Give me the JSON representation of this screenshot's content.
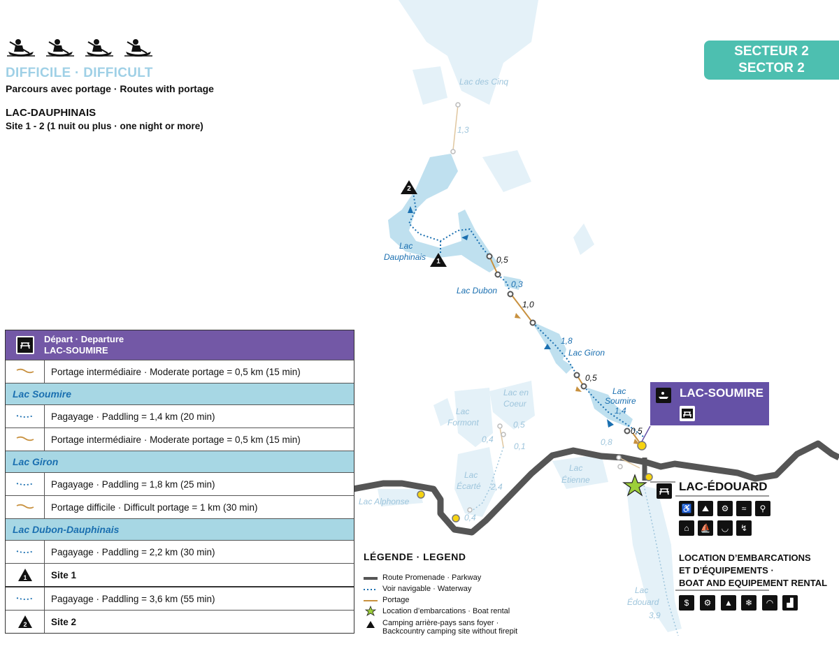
{
  "header": {
    "difficulty": "DIFFICILE · DIFFICULT",
    "subtitle": "Parcours avec portage · Routes with portage",
    "route_name": "LAC-DAUPHINAIS",
    "route_site": "Site 1 - 2 (1 nuit ou plus · one night or more)",
    "kayak_count": 4
  },
  "sector": {
    "line1": "SECTEUR 2",
    "line2": "SECTOR 2"
  },
  "map_labels": {
    "lac_des_cinq": "Lac des Cinq",
    "lac_dauphinais_1": "Lac",
    "lac_dauphinais_2": "Dauphinais",
    "lac_dubon": "Lac Dubon",
    "lac_giron": "Lac Giron",
    "lac_soumire_1": "Lac",
    "lac_soumire_2": "Soumire",
    "lac_en_coeur_1": "Lac en",
    "lac_en_coeur_2": "Coeur",
    "lac_formont_1": "Lac",
    "lac_formont_2": "Formont",
    "lac_etienne_1": "Lac",
    "lac_etienne_2": "Étienne",
    "lac_ecarte_1": "Lac",
    "lac_ecarte_2": "Écarté",
    "lac_alphonse": "Lac Alphonse",
    "lac_edouard_1": "Lac",
    "lac_edouard_2": "Édouard"
  },
  "distances": {
    "d_1_3": "1,3",
    "d_0_5_a": "0,5",
    "d_0_3": "0,3",
    "d_1_0": "1,0",
    "d_1_8": "1,8",
    "d_0_5_b": "0,5",
    "d_1_4": "1,4",
    "d_0_5_c": "0,5",
    "d_0_8": "0,8",
    "d_0_5_d": "0,5",
    "d_0_4_a": "0,4",
    "d_0_1": "0,1",
    "d_2_4": "2,4",
    "d_0_4_b": "0,4",
    "d_3_9": "3,9"
  },
  "sites": {
    "site1": "1",
    "site2": "2"
  },
  "lac_soumire_box": {
    "title": "LAC-SOUMIRE"
  },
  "lac_edouard": {
    "title": "LAC-ÉDOUARD",
    "rental_line1": "LOCATION D’EMBARCATIONS",
    "rental_line2": "ET D’ÉQUIPEMENTS ·",
    "rental_line3": "BOAT AND EQUIPEMENT RENTAL"
  },
  "legend": {
    "title": "LÉGENDE · LEGEND",
    "items": [
      "Route Promenade · Parkway",
      "Voir navigable · Waterway",
      "Portage",
      "Location d’embarcations · Boat rental",
      "Camping arrière-pays sans foyer ·",
      "Backcountry camping site without firepit"
    ]
  },
  "table": {
    "departure_line1": "Départ · Departure",
    "departure_line2": "LAC-SOUMIRE",
    "rows": [
      {
        "kind": "portage",
        "text": "Portage intermédiaire · Moderate portage = 0,5 km (15 min)"
      },
      {
        "kind": "section",
        "text": "Lac Soumire"
      },
      {
        "kind": "paddle",
        "text": "Pagayage · Paddling = 1,4 km (20 min)"
      },
      {
        "kind": "portage",
        "text": "Portage intermédiaire · Moderate portage = 0,5 km (15 min)"
      },
      {
        "kind": "section",
        "text": "Lac Giron"
      },
      {
        "kind": "paddle",
        "text": "Pagayage · Paddling = 1,8 km (25 min)"
      },
      {
        "kind": "portage",
        "text": "Portage difficile · Difficult portage = 1 km (30 min)"
      },
      {
        "kind": "section",
        "text": "Lac Dubon-Dauphinais"
      },
      {
        "kind": "paddle",
        "text": "Pagayage · Paddling = 2,2 km (30 min)"
      },
      {
        "kind": "site",
        "site": "1",
        "text": "Site 1"
      }
    ],
    "rows2": [
      {
        "kind": "paddle",
        "text": "Pagayage · Paddling = 3,6 km (55 min)"
      },
      {
        "kind": "site",
        "site": "2",
        "text": "Site 2"
      }
    ]
  },
  "colors": {
    "water": "#bfe0ef",
    "road": "#555555",
    "waterway": "#1a6fb0",
    "portage": "#c8913f",
    "purple": "#7358a6",
    "section": "#a7d7e4",
    "sector": "#4dbfb0"
  }
}
